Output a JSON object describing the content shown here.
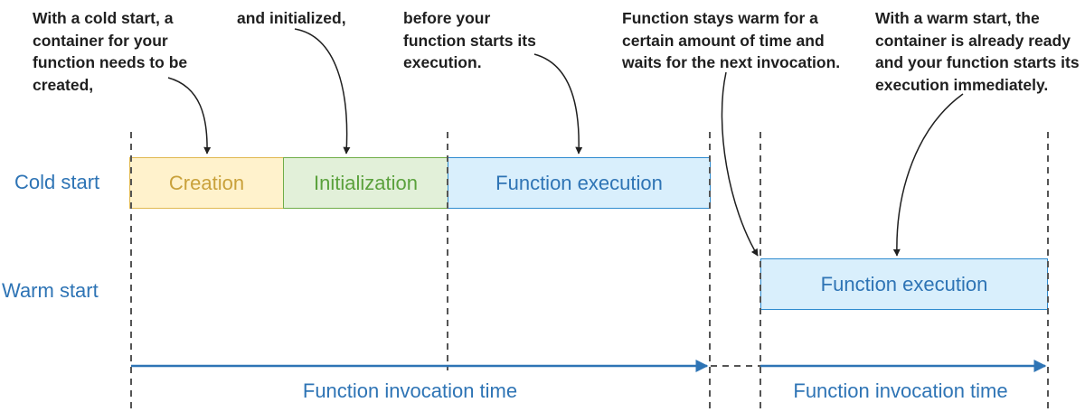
{
  "annotations": {
    "cold_create": "With a cold start, a\ncontainer for your\nfunction needs to be\ncreated,",
    "cold_init": "and initialized,",
    "cold_exec": "before your\nfunction starts its\nexecution.",
    "warm_wait": "Function stays warm for a\ncertain amount of time and\nwaits for the next invocation.",
    "warm_start": "With a warm start, the\ncontainer is already ready\nand your function starts its\nexecution immediately."
  },
  "rows": {
    "cold": {
      "label": "Cold start",
      "blocks": [
        "Creation",
        "Initialization",
        "Function execution"
      ]
    },
    "warm": {
      "label": "Warm start",
      "blocks": [
        "Function execution"
      ]
    }
  },
  "axis": {
    "cold_label": "Function invocation time",
    "warm_label": "Function invocation time"
  },
  "colors": {
    "creation_fill": "#fff2cc",
    "creation_border": "#e0b850",
    "creation_text": "#c9a13b",
    "init_fill": "#e2f0d9",
    "init_border": "#70ad47",
    "init_text": "#5aa13c",
    "exec_fill": "#d9effc",
    "exec_border": "#2e8bcf",
    "exec_text": "#2e74b5",
    "label_blue": "#2e74b5",
    "axis_blue": "#2e74b5",
    "dashed_gray": "#555555"
  }
}
